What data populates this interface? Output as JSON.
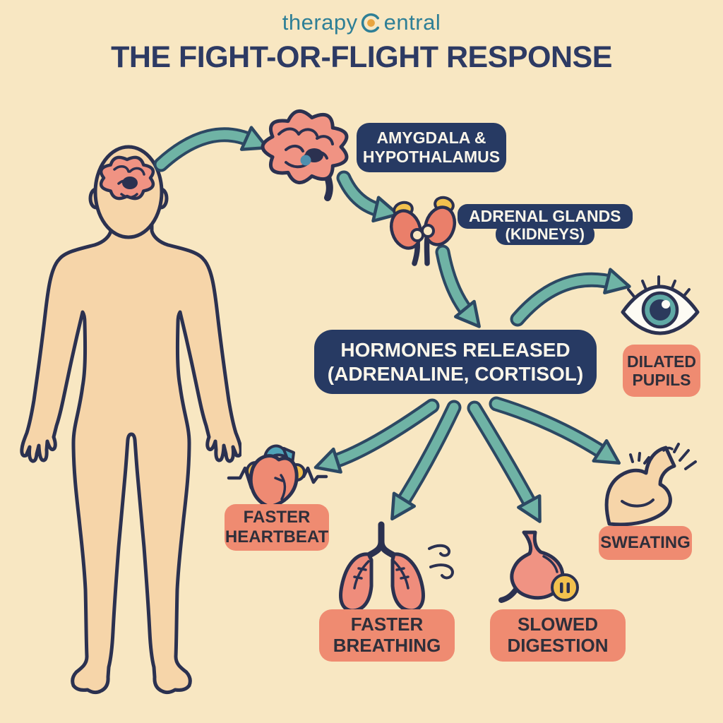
{
  "brand": {
    "logo_prefix": "therapy",
    "logo_suffix": "entral",
    "logo_icon": "c-ring-icon"
  },
  "title": "THE FIGHT-OR-FLIGHT RESPONSE",
  "flow": {
    "amygdala_line1": "AMYGDALA &",
    "amygdala_line2": "HYPOTHALAMUS",
    "adrenal_line1": "ADRENAL GLANDS",
    "adrenal_line2": "(KIDNEYS)",
    "hormones_line1": "HORMONES RELEASED",
    "hormones_line2": "(ADRENALINE, CORTISOL)"
  },
  "effects": {
    "pupils_line1": "DILATED",
    "pupils_line2": "PUPILS",
    "heartbeat_line1": "FASTER",
    "heartbeat_line2": "HEARTBEAT",
    "breathing_line1": "FASTER",
    "breathing_line2": "BREATHING",
    "digestion_line1": "SLOWED",
    "digestion_line2": "DIGESTION",
    "sweating_line1": "SWEATING"
  },
  "icons": {
    "stimulus": "human-body-figure",
    "step1": "brain-icon",
    "step2": "kidneys-adrenal-icon",
    "pupils": "eye-icon",
    "heartbeat": "heart-ekg-icon",
    "breathing": "lungs-icon",
    "digestion": "stomach-pause-icon",
    "sweating": "bicep-icon"
  },
  "colors": {
    "background": "#f8e7c2",
    "badge_navy": "#273a63",
    "badge_salmon": "#ef8b71",
    "badge_text_light": "#fbf6ea",
    "badge_text_dark": "#2f2f3a",
    "arrow_teal": "#6fb3a5",
    "outline_navy": "#2b3150",
    "logo_teal": "#2e7f96",
    "logo_dot_orange": "#e9a43e",
    "title_navy": "#2d3a63",
    "skin": "#f6d5a9",
    "organ_salmon": "#f09383",
    "accent_yellow": "#f2c14e"
  }
}
